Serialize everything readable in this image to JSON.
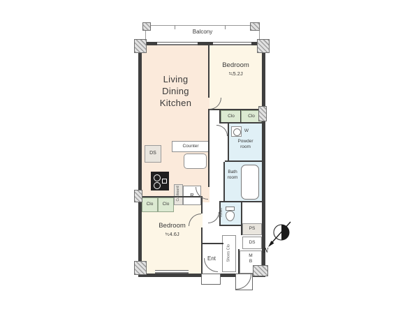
{
  "labels": {
    "balcony": "Balcony",
    "ldk": "Living\nDining\nKitchen",
    "bedroom": "Bedroom",
    "bedroom1_size": "≒5.2J",
    "bedroom2_size": "≒4.6J",
    "powder_room": "Powder\nroom",
    "bath_room": "Bath\nroom",
    "toilet": "Toilet",
    "entrance": "Ent",
    "meter_box": "M\nB",
    "pipe_space": "PS",
    "duct_space": "DS",
    "closet": "Clo",
    "cupboard": "Cupboard",
    "refrigerator": "R",
    "counter": "Counter",
    "shoes_closet": "Shoes Clo",
    "washer": "W",
    "north": "N"
  },
  "colors": {
    "wall": "#3f3f3f",
    "ldk_floor": "#fbeadb",
    "bedroom_floor": "#fdf6e6",
    "wet_area_floor": "#e0f0f6",
    "closet_floor": "#dcead2",
    "gray_box": "#e9e5de"
  }
}
